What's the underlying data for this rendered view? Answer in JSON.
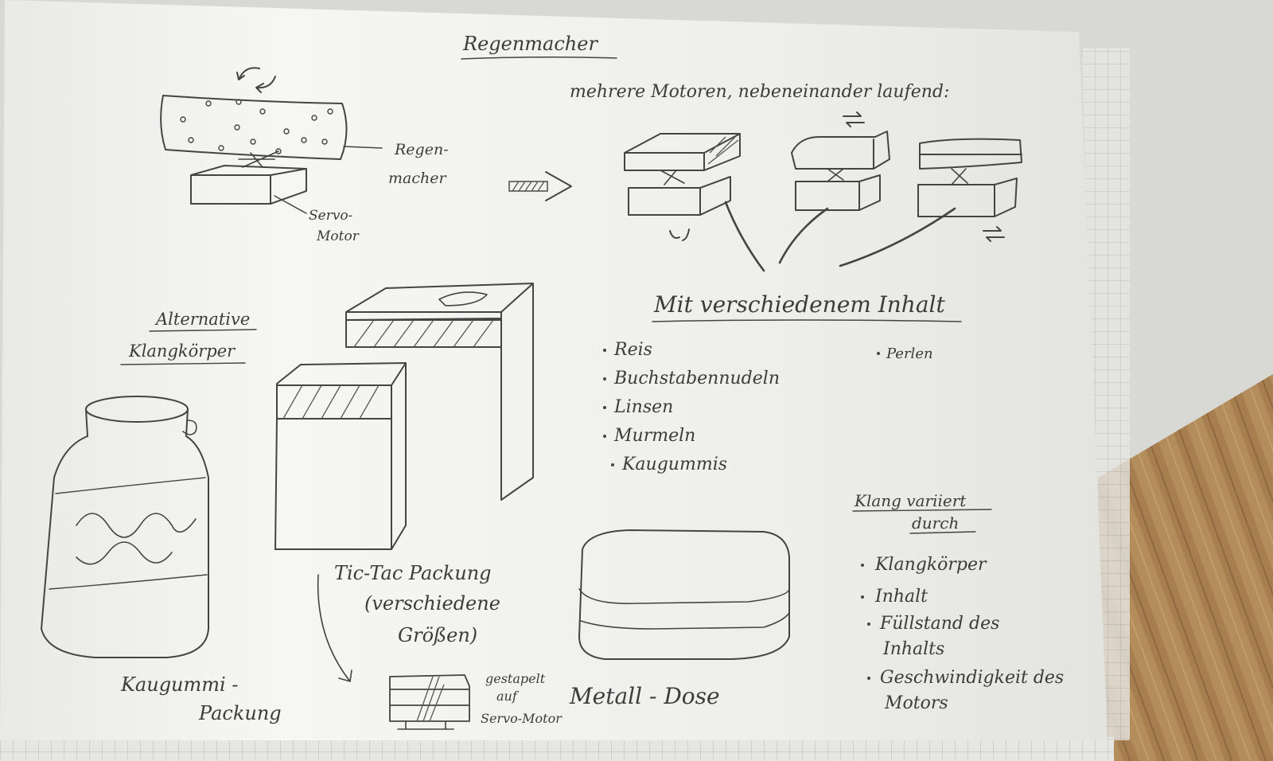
{
  "title": "Regenmacher",
  "rainmaker": {
    "label_regenmacher": [
      "Regen-",
      "macher"
    ],
    "label_servo": [
      "Servo-",
      "Motor"
    ]
  },
  "multi_motor": {
    "heading": "mehrere Motoren, nebeneinander laufend:"
  },
  "contents": {
    "heading": "Mit verschiedenem Inhalt",
    "items": [
      "Reis",
      "Buchstabennudeln",
      "Linsen",
      "Murmeln",
      "Kaugummis"
    ],
    "extra_item": "Perlen"
  },
  "alternative": {
    "heading": [
      "Alternative",
      "Klangkörper"
    ]
  },
  "jar": {
    "label": [
      "Kaugummi -",
      "Packung"
    ]
  },
  "tictac": {
    "label": [
      "Tic-Tac Packung",
      "(verschiedene",
      "Größen)"
    ]
  },
  "stacked": {
    "label": [
      "gestapelt",
      "auf",
      "Servo-Motor"
    ]
  },
  "tin": {
    "label": "Metall - Dose"
  },
  "variation": {
    "heading": [
      "Klang variiert",
      "durch"
    ],
    "items": [
      [
        "Klangkörper"
      ],
      [
        "Inhalt"
      ],
      [
        "Füllstand des",
        "Inhalts"
      ],
      [
        "Geschwindigkeit des",
        "Motors"
      ]
    ]
  },
  "colors": {
    "paper": "#f1f1ef",
    "ink": "#444444",
    "wood": "#b08a5a",
    "background": "#cfcfcc"
  }
}
